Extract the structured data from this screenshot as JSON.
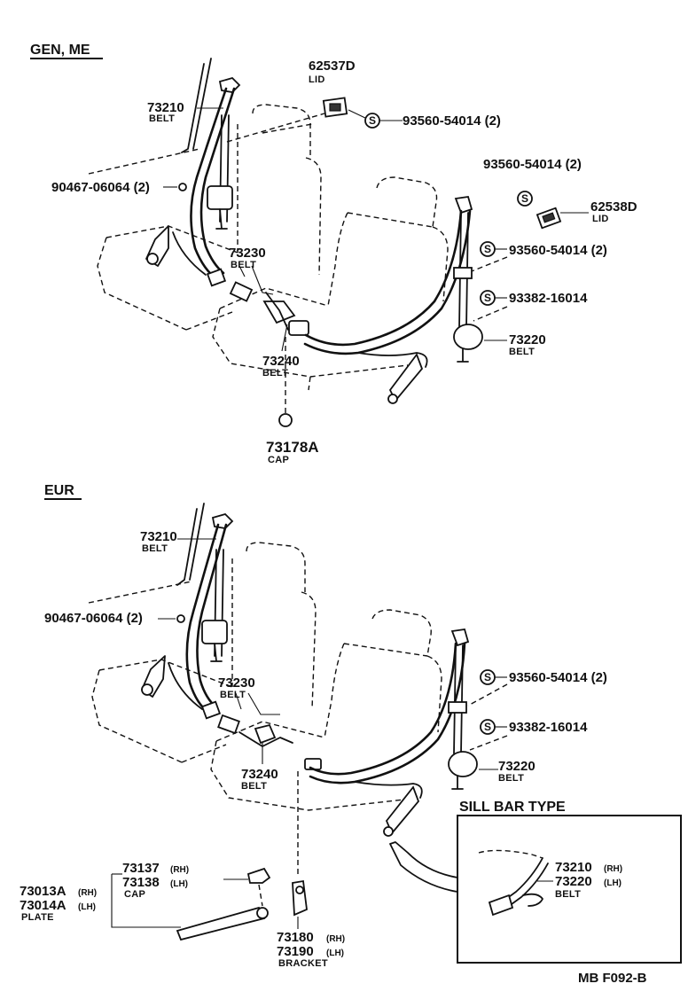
{
  "sections": {
    "gen_me": "GEN, ME",
    "eur": "EUR",
    "sill_bar": "SILL BAR TYPE"
  },
  "labels": {
    "screw_symbol": "S",
    "belt": "BELT",
    "lid": "LID",
    "cap": "CAP",
    "plate": "PLATE",
    "bracket": "BRACKET",
    "rh": "(RH)",
    "lh": "(LH)"
  },
  "parts": {
    "p62537d": "62537D",
    "p62538d": "62538D",
    "p73210": "73210",
    "p73220": "73220",
    "p73230": "73230",
    "p73240": "73240",
    "p73178a": "73178A",
    "p73137": "73137",
    "p73138": "73138",
    "p73013a": "73013A",
    "p73014a": "73014A",
    "p73180": "73180",
    "p73190": "73190",
    "p73210rh": "73210",
    "p73220lh": "73220",
    "s_93560_2": "93560-54014 (2)",
    "s_93382": "93382-16014",
    "b_90467_2": "90467-06064 (2)"
  },
  "footer": {
    "code": "MB  F092-B"
  }
}
